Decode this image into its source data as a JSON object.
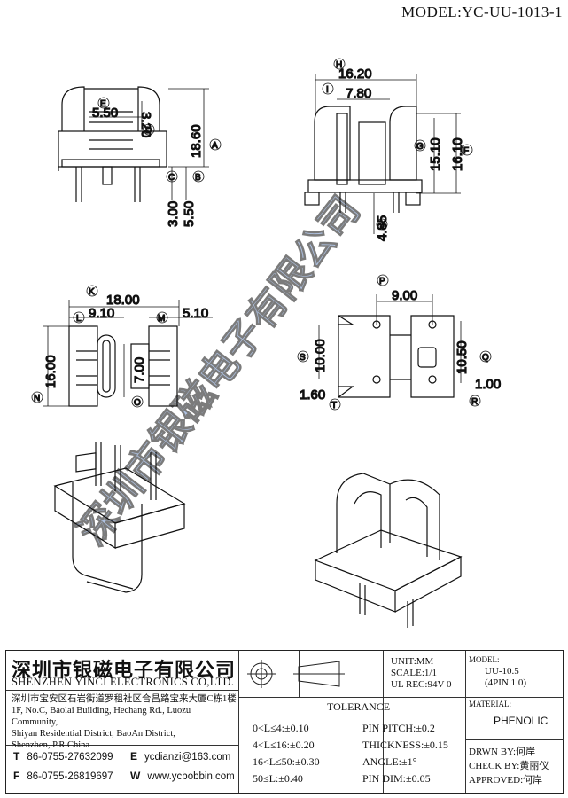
{
  "header": {
    "model_label": "MODEL:YC-UU-1013-1"
  },
  "dimensions": {
    "H": "16.20",
    "I": "7.80",
    "G": "15.10",
    "F": "16.10",
    "J": "4.85",
    "E": "5.50",
    "D": "3.20",
    "A": "18.60",
    "C": "3.00",
    "B": "5.50",
    "K": "18.00",
    "L": "9.10",
    "M": "5.10",
    "N": "16.00",
    "O": "7.00",
    "P": "9.00",
    "S": "10.00",
    "Q": "10.50",
    "T": "1.60",
    "R": "1.00"
  },
  "watermark": "深圳市银磁电子有限公司",
  "title_block": {
    "company_cn": "深圳市银磁电子有限公司",
    "company_en": "SHENZHEN YINCI ELECTRONICS CO,LTD.",
    "address_cn": "深圳市宝安区石岩街道罗租社区合昌路宝来大厦C栋1楼",
    "address_en_1": "1F, No.C, Baolai Building, Hechang Rd., Luozu Community,",
    "address_en_2": "Shiyan Residential District, BaoAn District,",
    "address_en_3": "Shenzhen, P.R.China",
    "tel_label": "T",
    "tel": "86-0755-27632099",
    "fax_label": "F",
    "fax": "86-0755-26819697",
    "email_label": "E",
    "email": "ycdianzi@163.com",
    "web_label": "W",
    "web": "www.ycbobbin.com",
    "unit": "UNIT:MM",
    "scale": "SCALE:1/1",
    "ul_rec": "UL REC:94V-0",
    "model_caption": "MODEL:",
    "model_value": "UU-10.5",
    "model_sub": "(4PIN 1.0)",
    "tolerance_title": "TOLERANCE",
    "tolerances": [
      "0<L≤4:±0.10",
      "4<L≤16:±0.20",
      "16<L≤50:±0.30",
      "50≤L:±0.40"
    ],
    "pin_tol": [
      "PIN PITCH:±0.2",
      "THICKNESS:±0.15",
      "ANGLE:±1°",
      "PIN DIM:±0.05"
    ],
    "material_caption": "MATERIAL:",
    "material": "PHENOLIC",
    "drawn_by": "DRWN BY:何岸",
    "check_by": "CHECK BY:黄丽仪",
    "approved": "APPROVED:何岸"
  }
}
